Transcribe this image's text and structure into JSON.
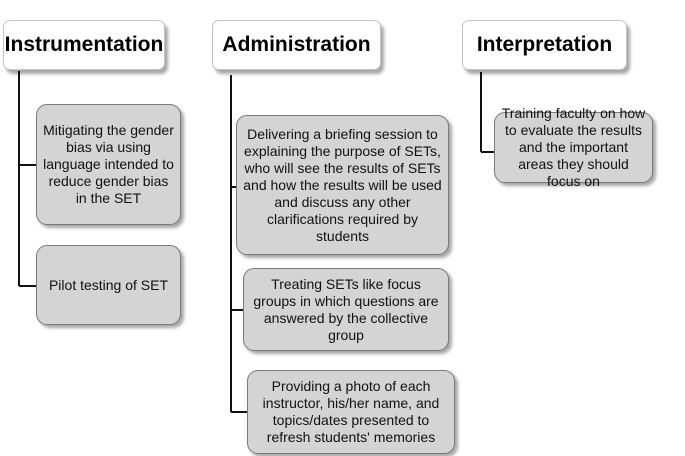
{
  "columns": [
    {
      "title": "Instrumentation",
      "items": [
        "Mitigating the gender bias via using language intended to reduce gender bias in the SET",
        "Pilot testing of SET"
      ]
    },
    {
      "title": "Administration",
      "items": [
        "Delivering a briefing session to explaining the purpose of SETs, who will see the results of SETs and how the results will be used and discuss any other clarifications required by students",
        "Treating SETs like focus groups in which questions are answered by the collective group",
        "Providing a photo of each instructor, his/her name, and topics/dates presented to refresh students' memories"
      ]
    },
    {
      "title": "Interpretation",
      "items": [
        "Training faculty on how to evaluate the results and the important areas they should focus on"
      ]
    }
  ]
}
